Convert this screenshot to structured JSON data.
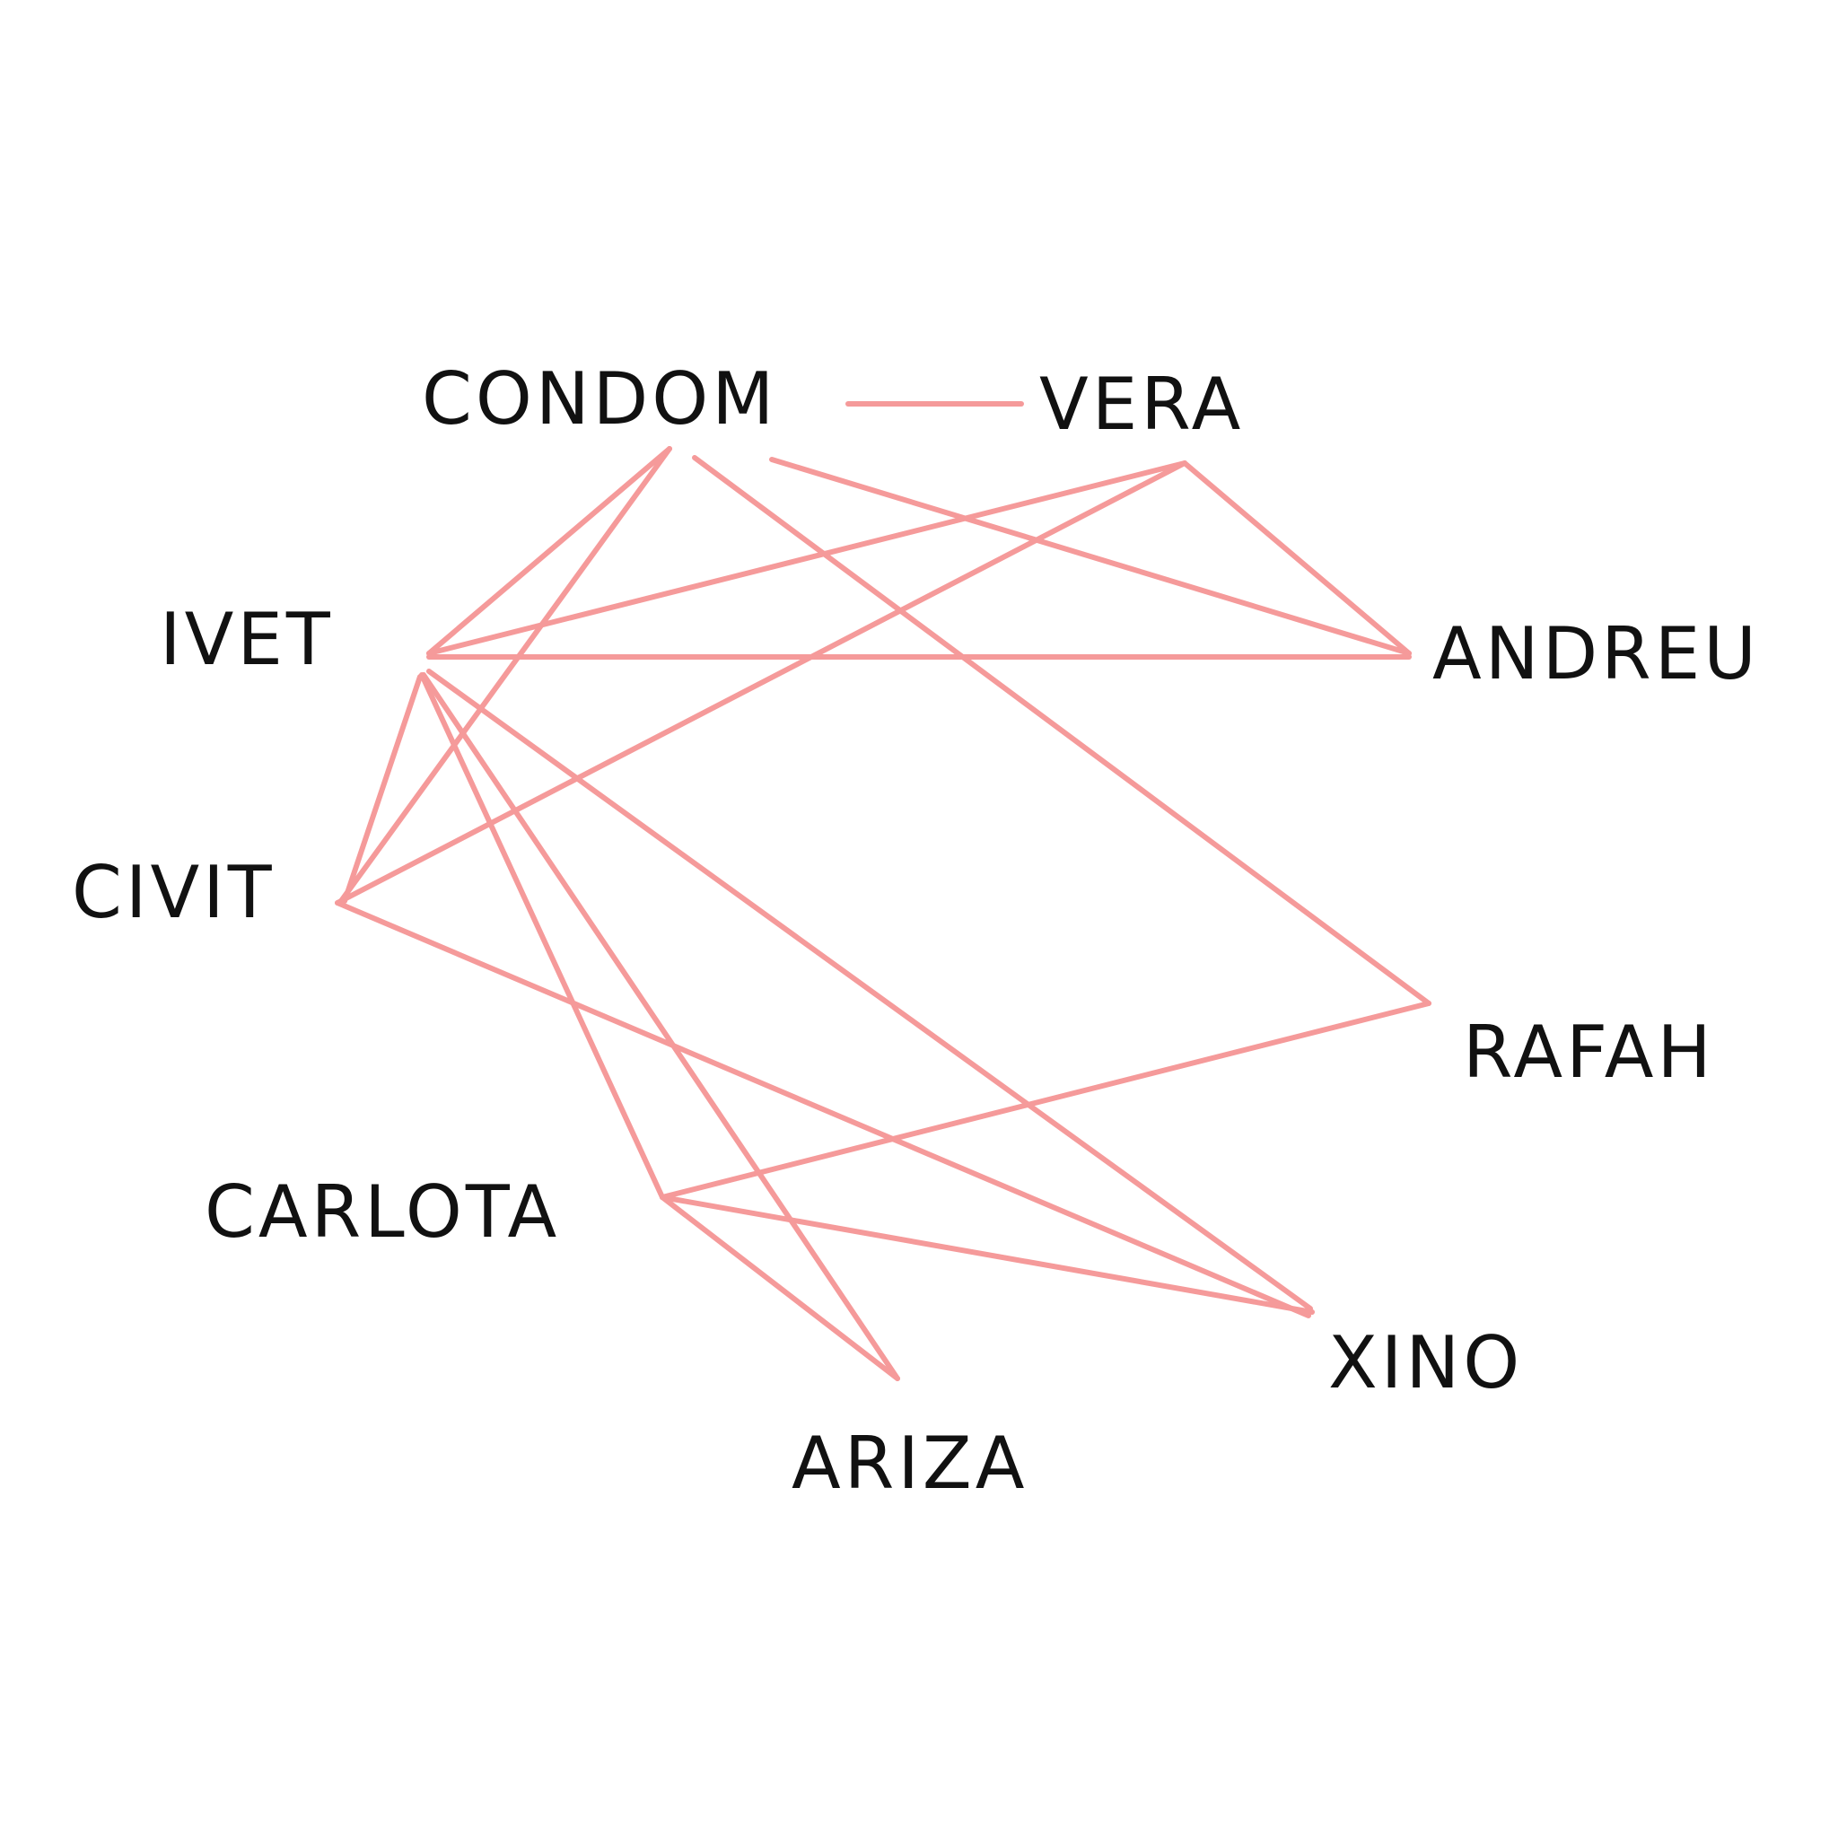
{
  "diagram": {
    "type": "network-graph",
    "edge_color": "#F59A9A",
    "label_color": "#111111",
    "background": "#FFFFFF",
    "nodes": [
      {
        "id": "CONDOM",
        "label": "CONDOM"
      },
      {
        "id": "VERA",
        "label": "VERA"
      },
      {
        "id": "IVET",
        "label": "IVET"
      },
      {
        "id": "ANDREU",
        "label": "ANDREU"
      },
      {
        "id": "CIVIT",
        "label": "CIVIT"
      },
      {
        "id": "RAFAH",
        "label": "RAFAH"
      },
      {
        "id": "CARLOTA",
        "label": "CARLOTA"
      },
      {
        "id": "XINO",
        "label": "XINO"
      },
      {
        "id": "ARIZA",
        "label": "ARIZA"
      }
    ],
    "edges": [
      {
        "source": "CONDOM",
        "target": "VERA"
      },
      {
        "source": "CONDOM",
        "target": "IVET"
      },
      {
        "source": "CONDOM",
        "target": "CIVIT"
      },
      {
        "source": "CONDOM",
        "target": "RAFAH"
      },
      {
        "source": "CONDOM",
        "target": "ANDREU"
      },
      {
        "source": "VERA",
        "target": "IVET"
      },
      {
        "source": "VERA",
        "target": "ANDREU"
      },
      {
        "source": "VERA",
        "target": "CIVIT"
      },
      {
        "source": "IVET",
        "target": "ANDREU"
      },
      {
        "source": "IVET",
        "target": "CIVIT"
      },
      {
        "source": "IVET",
        "target": "XINO"
      },
      {
        "source": "IVET",
        "target": "CARLOTA"
      },
      {
        "source": "IVET",
        "target": "ARIZA"
      },
      {
        "source": "CIVIT",
        "target": "XINO"
      },
      {
        "source": "RAFAH",
        "target": "CARLOTA"
      },
      {
        "source": "CARLOTA",
        "target": "XINO"
      },
      {
        "source": "CARLOTA",
        "target": "ARIZA"
      }
    ]
  }
}
